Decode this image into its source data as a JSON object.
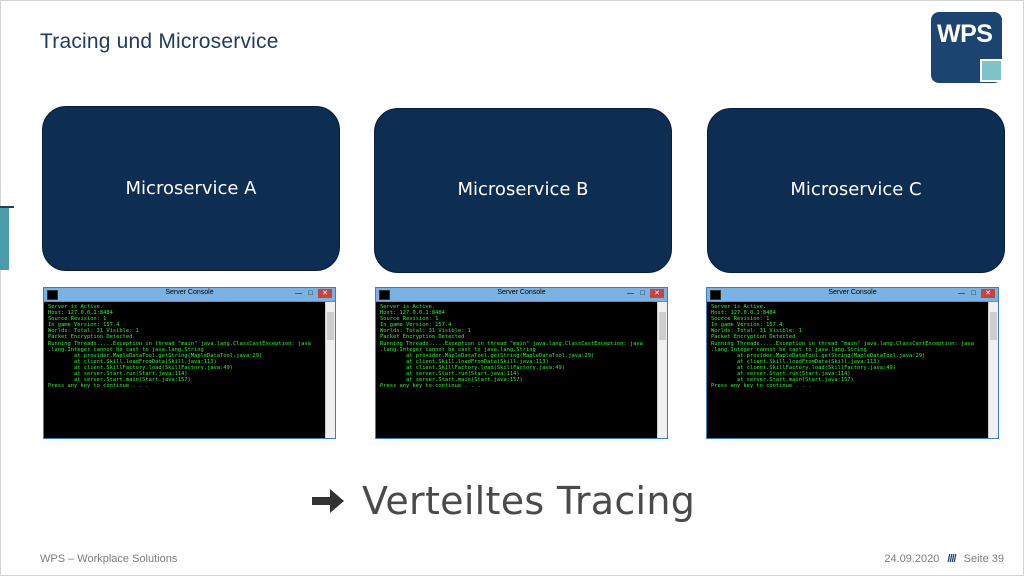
{
  "slide": {
    "title": "Tracing und Microservice",
    "logo_text": "WPS",
    "services": [
      {
        "label": "Microservice A"
      },
      {
        "label": "Microservice B"
      },
      {
        "label": "Microservice C"
      }
    ],
    "console": {
      "title": "Server Console",
      "lines": "Server is Active.\nHost: 127.0.0.1:8484\nSource Revision: 1\nIn game Version: 157.4\nWorlds: Total: 31 Visible: 1\nPacket Encryption Detected\nRunning Threads.....Exception in thread \"main\" java.lang.ClassCastException: java\n.lang.Integer cannot be cast to java.lang.String\n        at provider.MapleDataTool.getString(MapleDataTool.java:29)\n        at client.Skill.loadFromData(Skill.java:113)\n        at client.SkillFactory.load(SkillFactory.java:49)\n        at server.Start.run(Start.java:114)\n        at server.Start.main(Start.java:157)\nPress any key to continue . . ."
    },
    "result_text": "Verteiltes Tracing",
    "footer": {
      "left": "WPS – Workplace Solutions",
      "date": "24.09.2020",
      "separator": "////",
      "page": "Seite 39"
    }
  },
  "colors": {
    "service_box": "#0e2d52",
    "title": "#1f3a5f",
    "accent": "#4a9cab",
    "console_text": "#2cf52c"
  }
}
